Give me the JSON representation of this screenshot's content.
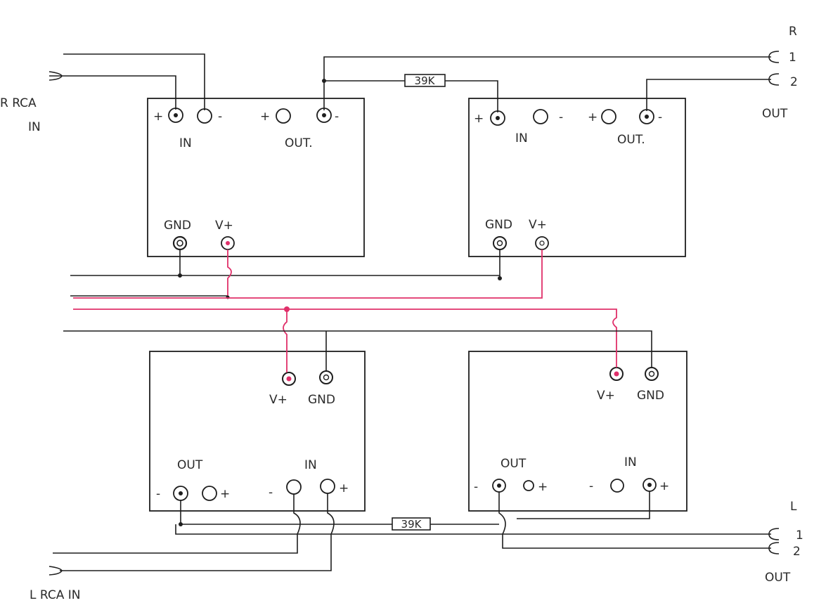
{
  "colors": {
    "ink": "#1e1e1e",
    "power": "#e0306a",
    "paper": "#ffffff"
  },
  "labels": {
    "r_rca_in_1": "R RCA",
    "r_rca_in_2": "IN",
    "l_rca_in": "L RCA IN",
    "r_out_top": "R",
    "r_out_1": "1",
    "r_out_2": "2",
    "r_out_bottom": "OUT",
    "l_out_top": "L",
    "l_out_1": "1",
    "l_out_2": "2",
    "l_out_bottom": "OUT",
    "resistor_top": "39K",
    "resistor_bottom": "39K"
  },
  "modules": {
    "top_left": {
      "in": "IN",
      "out": "OUT.",
      "gnd": "GND",
      "vplus": "V+",
      "plus": "+",
      "minus": "-"
    },
    "top_right": {
      "in": "IN",
      "out": "OUT.",
      "gnd": "GND",
      "vplus": "V+",
      "plus": "+",
      "minus": "-"
    },
    "bottom_left": {
      "in": "IN",
      "out": "OUT",
      "gnd": "GND",
      "vplus": "V+",
      "plus": "+",
      "minus": "-"
    },
    "bottom_right": {
      "in": "IN",
      "out": "OUT",
      "gnd": "GND",
      "vplus": "V+",
      "plus": "+",
      "minus": "-"
    }
  }
}
